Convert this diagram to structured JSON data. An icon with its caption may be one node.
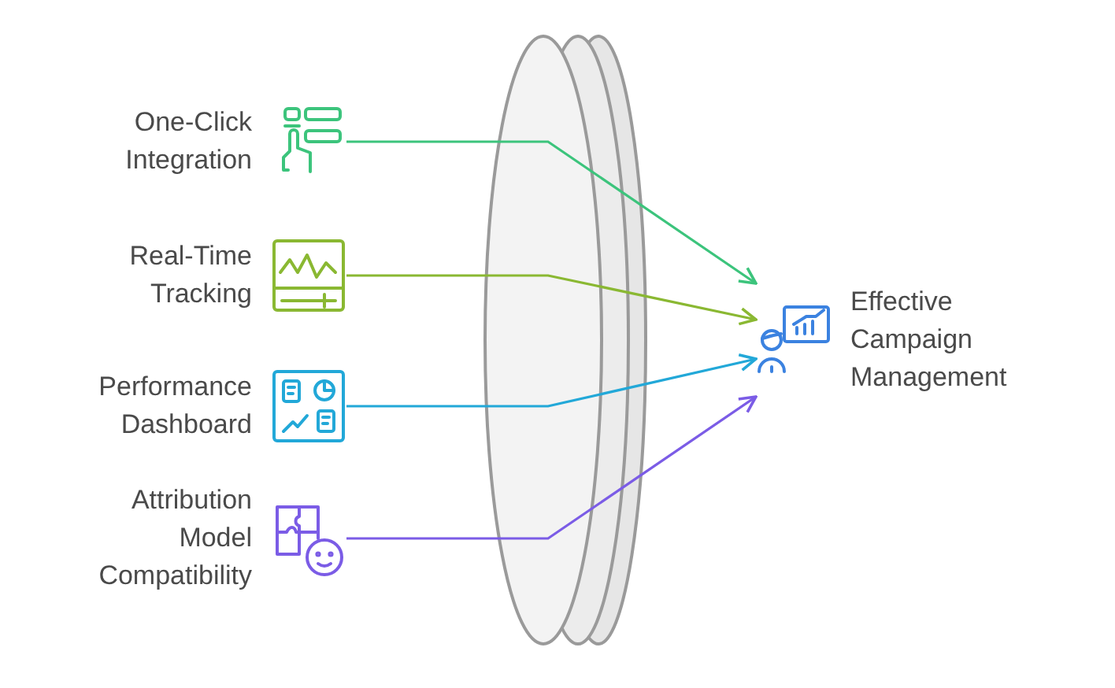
{
  "diagram": {
    "nodes": [
      {
        "text": [
          "One-Click Integration"
        ]
      },
      {
        "text": [
          "Real-Time Tracking"
        ]
      },
      {
        "text": [
          "Performance Dashboard"
        ]
      },
      {
        "text": [
          "Attribution Model Compatibility"
        ]
      },
      {
        "text": [
          "Effective Campaign Management"
        ]
      }
    ],
    "edges": [
      {
        "from": 0,
        "to": 4,
        "arrow": "to",
        "color": "#3cc47c"
      },
      {
        "from": 1,
        "to": 4,
        "arrow": "to",
        "color": "#8ab832"
      },
      {
        "from": 2,
        "to": 4,
        "arrow": "to",
        "color": "#22a8d8"
      },
      {
        "from": 3,
        "to": 4,
        "arrow": "to",
        "color": "#7b5ce6"
      }
    ]
  }
}
